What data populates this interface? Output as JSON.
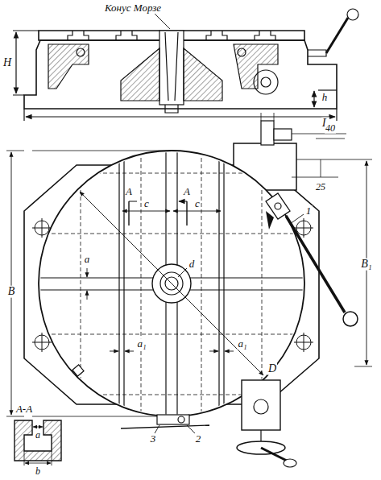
{
  "diagram": {
    "labels": [
      "Конус Морзе",
      "H",
      "h",
      "L",
      "40",
      "25",
      "B₁",
      "B",
      "c",
      "c",
      "A",
      "A",
      "a",
      "d",
      "a₁",
      "a₁",
      "D",
      "1",
      "3",
      "2",
      "А-А",
      "a",
      "b"
    ]
  }
}
